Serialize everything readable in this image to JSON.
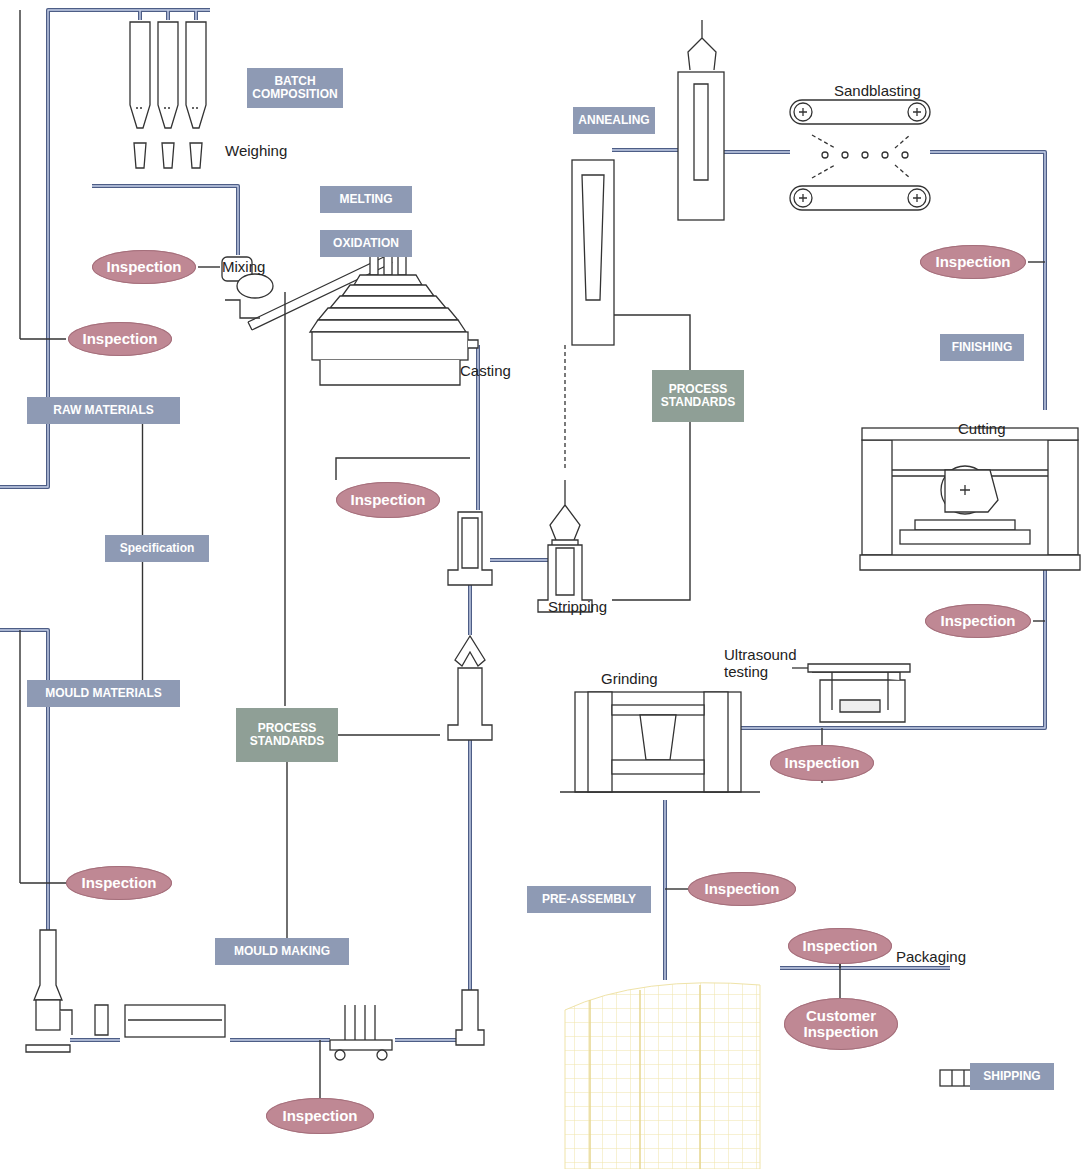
{
  "diagram": {
    "nodes": [
      {
        "text": [
          "BATCH COMPOSITION"
        ]
      },
      {
        "text": [
          "MELTING"
        ]
      },
      {
        "text": [
          "OXIDATION"
        ]
      },
      {
        "text": [
          "ANNEALING"
        ]
      },
      {
        "text": [
          "Inspection"
        ]
      },
      {
        "text": [
          "Inspection"
        ]
      },
      {
        "text": [
          "RAW MATERIALS"
        ]
      },
      {
        "text": [
          "PROCESS STANDARDS"
        ]
      },
      {
        "text": [
          "Inspection"
        ]
      },
      {
        "text": [
          "Inspection"
        ]
      },
      {
        "text": [
          "FINISHING"
        ]
      },
      {
        "text": [
          "Specification"
        ]
      },
      {
        "text": [
          "Inspection"
        ]
      },
      {
        "text": [
          "MOULD MATERIALS"
        ]
      },
      {
        "text": [
          "PROCESS STANDARDS"
        ]
      },
      {
        "text": [
          "Inspection"
        ]
      },
      {
        "text": [
          "Inspection"
        ]
      },
      {
        "text": [
          "Inspection"
        ]
      },
      {
        "text": [
          "PRE-ASSEMBLY"
        ]
      },
      {
        "text": [
          "MOULD MAKING"
        ]
      },
      {
        "text": [
          "Inspection"
        ]
      },
      {
        "text": [
          "Customer Inspection"
        ]
      },
      {
        "text": [
          "SHIPPING"
        ]
      },
      {
        "text": [
          "Inspection"
        ]
      }
    ],
    "edges": [
      {
        "from": 6,
        "to": 11,
        "arrow": "none"
      },
      {
        "from": 11,
        "to": 13,
        "arrow": "none"
      },
      {
        "from": 14,
        "to": 19,
        "arrow": "none"
      },
      {
        "from": 20,
        "to": 21,
        "arrow": "none"
      }
    ],
    "labels": [
      "Weighing",
      "Mixing",
      "Casting",
      "Stripping",
      "Sandblasting",
      "Cutting",
      "Ultrasound testing",
      "Grinding",
      "Packaging"
    ]
  }
}
